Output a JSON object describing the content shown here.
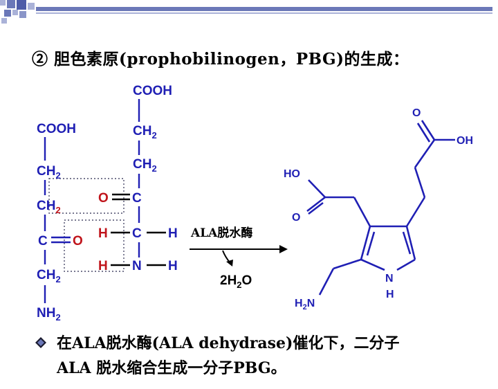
{
  "title": "② 胆色素原(prophobilinogen，PBG)的生成：",
  "left_molecule": {
    "cooh_left": "COOH",
    "ch2_left_1": "CH",
    "ch2_left_2": "CH",
    "carbon_left": "C",
    "oxygen_left": "O",
    "ch2_left_3": "CH",
    "nh2_left": "NH",
    "cooh_right": "COOH",
    "ch2_right_1": "CH",
    "ch2_right_2": "CH",
    "oxygen_right": "O",
    "carbon_right_1": "C",
    "h_left_1": "H",
    "carbon_right_2": "C",
    "h_right_1": "H",
    "h_left_2": "H",
    "nitrogen_right": "N",
    "h_right_2": "H",
    "sub2": "2"
  },
  "reaction": {
    "enzyme": "ALA脱水酶",
    "byproduct_prefix": "2H",
    "byproduct_sub": "2",
    "byproduct_suffix": "O"
  },
  "product": {
    "o_top": "O",
    "oh_top": "OH",
    "ho_left": "HO",
    "o_left": "O",
    "n_ring": "N",
    "h_ring": "H",
    "h2n_prefix": "H",
    "h2n_sub": "2",
    "h2n_suffix": "N"
  },
  "bullet": {
    "icon": "diamond-bullet-icon",
    "line1": "在ALA脱水酶(ALA dehydrase)催化下，二分子",
    "line2": "ALA 脱水缩合生成一分子PBG。"
  },
  "colors": {
    "blue": "#1f1fb4",
    "red": "#c0141b",
    "accent_square": "#6b78b8",
    "accent_square_light": "#aab2d8"
  }
}
